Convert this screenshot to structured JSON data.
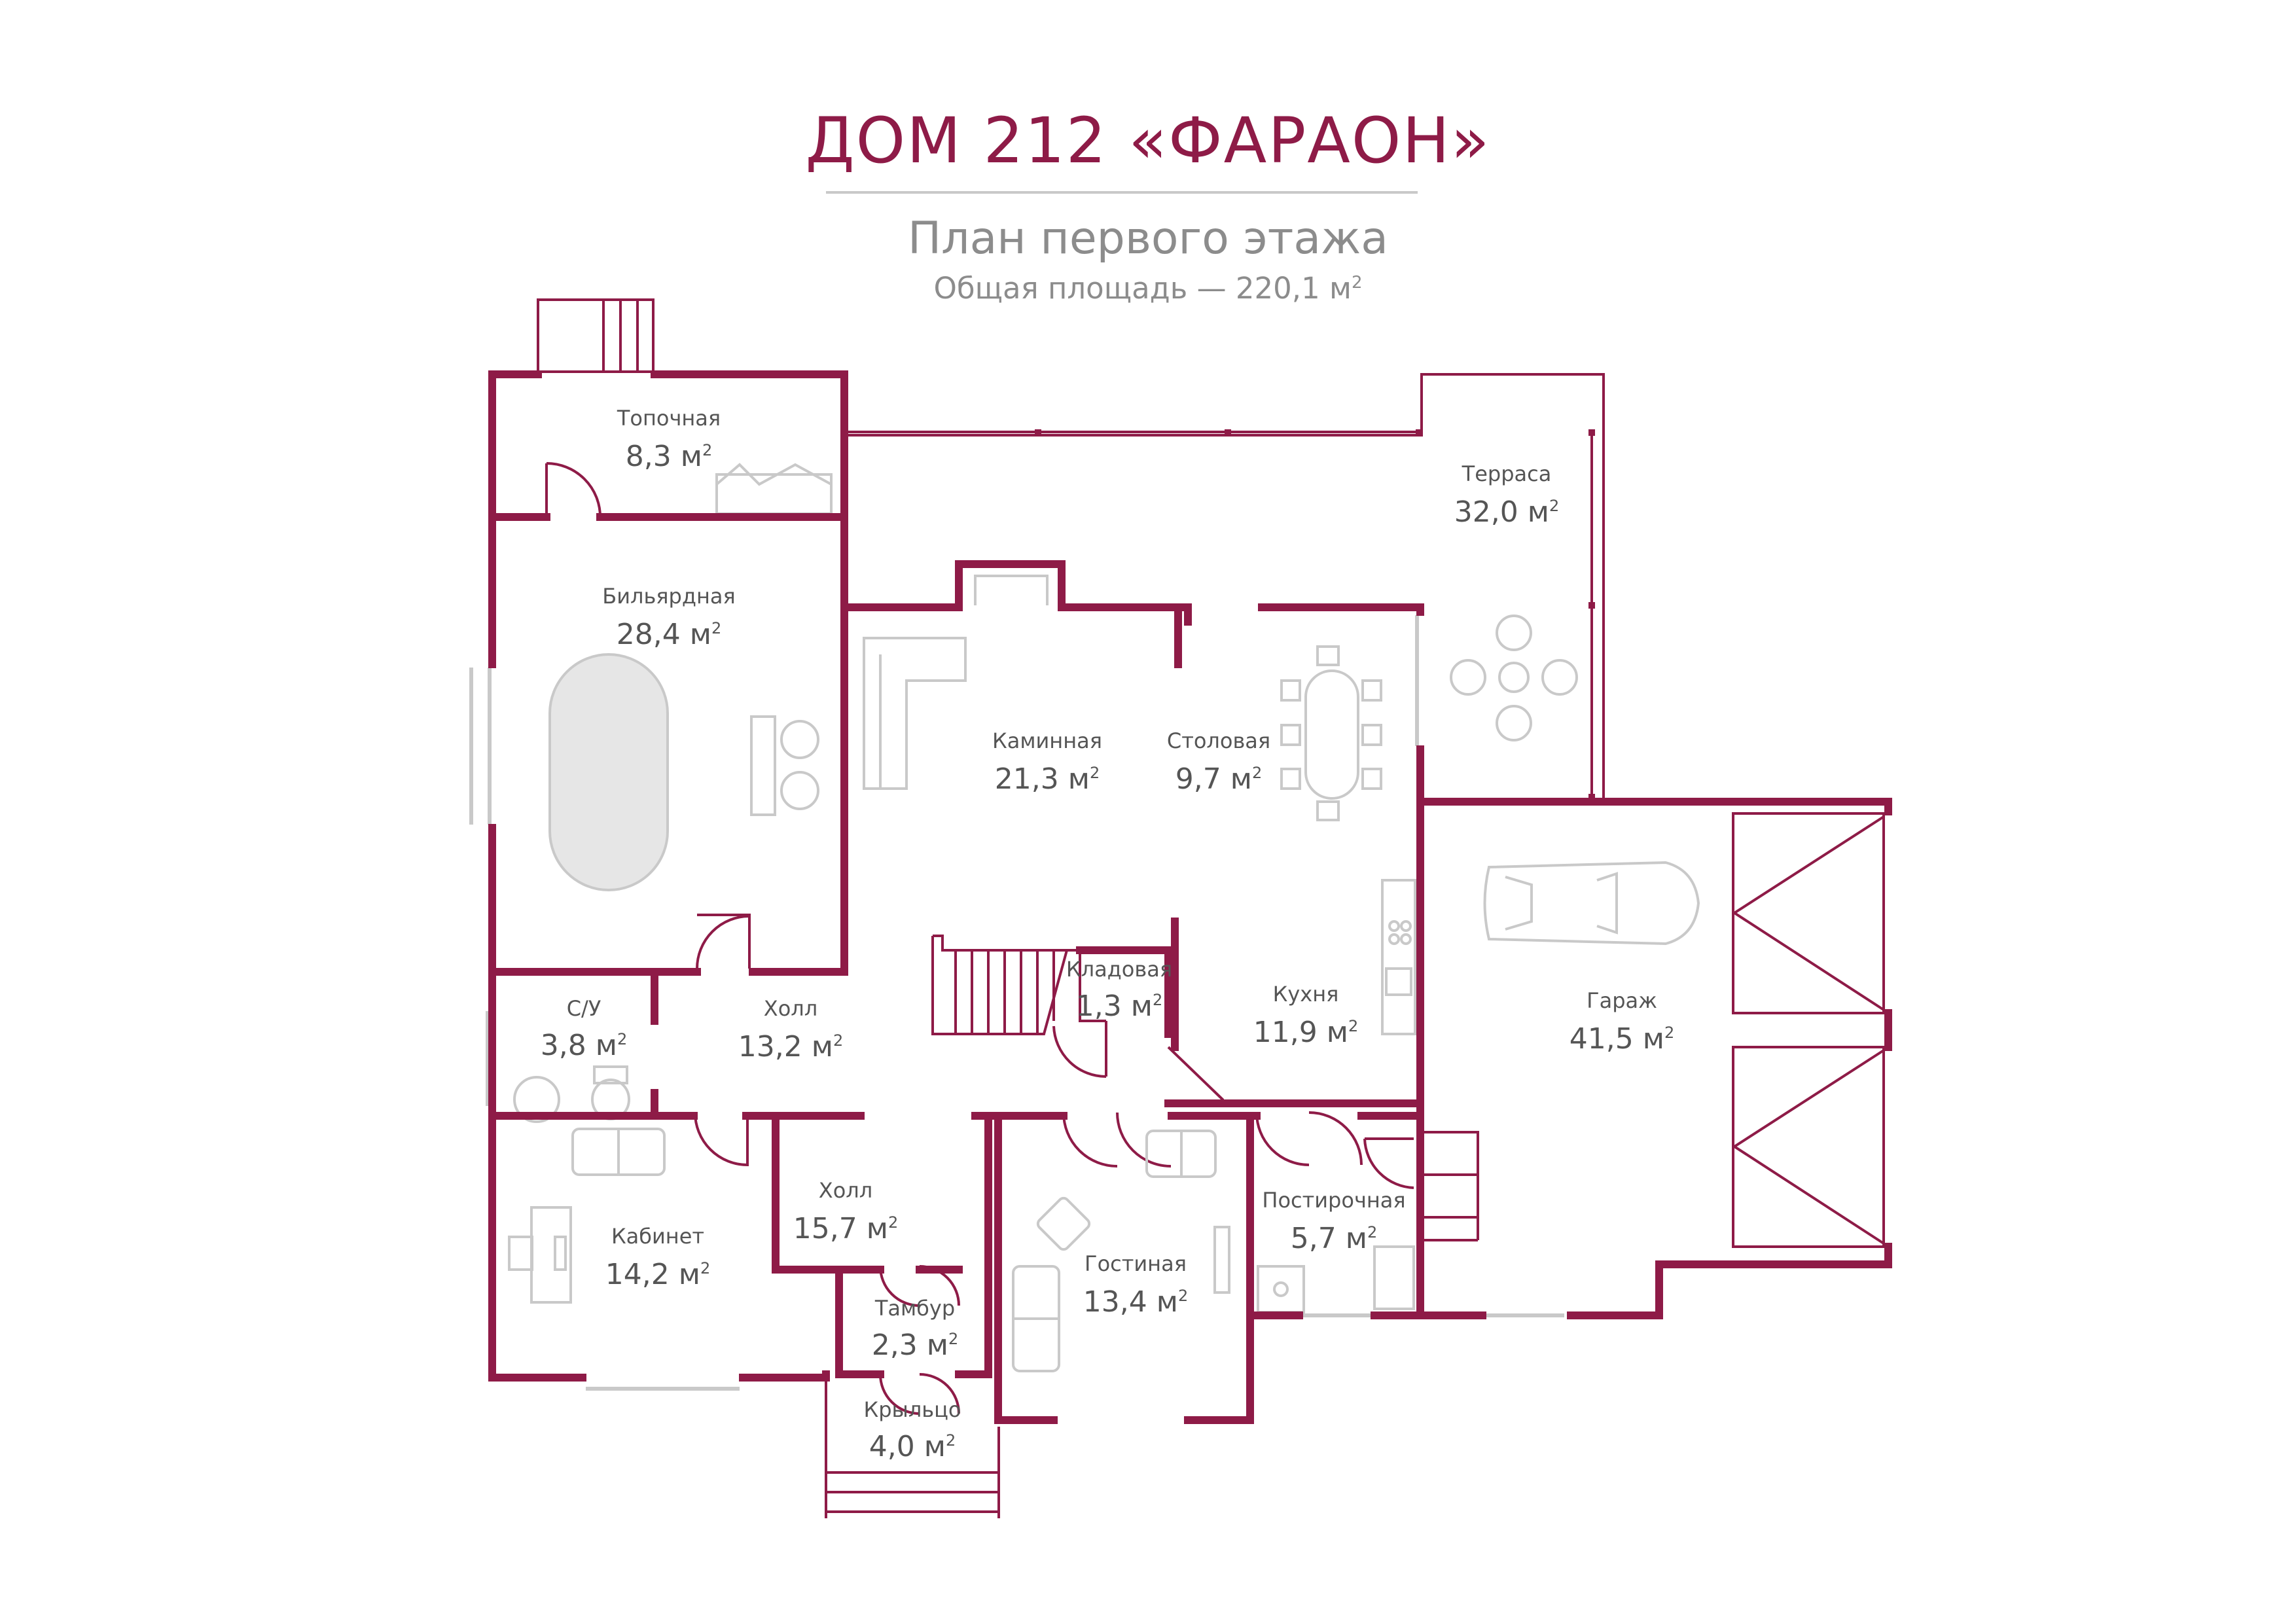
{
  "header": {
    "title": "ДОМ 212 «ФАРАОН»",
    "subtitle": "План первого этажа",
    "area_prefix": "Общая площадь — 220,1 м",
    "area_sup": "2"
  },
  "colors": {
    "wall": "#8e1b47",
    "text": "#555555",
    "muted": "#8c8c8c",
    "furniture": "#c9c9c9"
  },
  "rooms": [
    {
      "id": "topochnaya",
      "name": "Топочная",
      "area": "8,3 м"
    },
    {
      "id": "terrasa",
      "name": "Терраса",
      "area": "32,0 м"
    },
    {
      "id": "bilyardnaya",
      "name": "Бильярдная",
      "area": "28,4 м"
    },
    {
      "id": "kaminnaya",
      "name": "Каминная",
      "area": "21,3 м"
    },
    {
      "id": "stolovaya",
      "name": "Столовая",
      "area": "9,7 м"
    },
    {
      "id": "garazh",
      "name": "Гараж",
      "area": "41,5 м"
    },
    {
      "id": "kladovaya",
      "name": "Кладовая",
      "area": "1,3 м"
    },
    {
      "id": "kuhnya",
      "name": "Кухня",
      "area": "11,9 м"
    },
    {
      "id": "su",
      "name": "С/У",
      "area": "3,8 м"
    },
    {
      "id": "holl1",
      "name": "Холл",
      "area": "13,2 м"
    },
    {
      "id": "holl2",
      "name": "Холл",
      "area": "15,7 м"
    },
    {
      "id": "kabinet",
      "name": "Кабинет",
      "area": "14,2 м"
    },
    {
      "id": "gostinaya",
      "name": "Гостиная",
      "area": "13,4 м"
    },
    {
      "id": "postirochnaya",
      "name": "Постирочная",
      "area": "5,7 м"
    },
    {
      "id": "tambur",
      "name": "Тамбур",
      "area": "2,3 м"
    },
    {
      "id": "kryltso",
      "name": "Крыльцо",
      "area": "4,0 м"
    }
  ],
  "area_unit_sup": "2"
}
